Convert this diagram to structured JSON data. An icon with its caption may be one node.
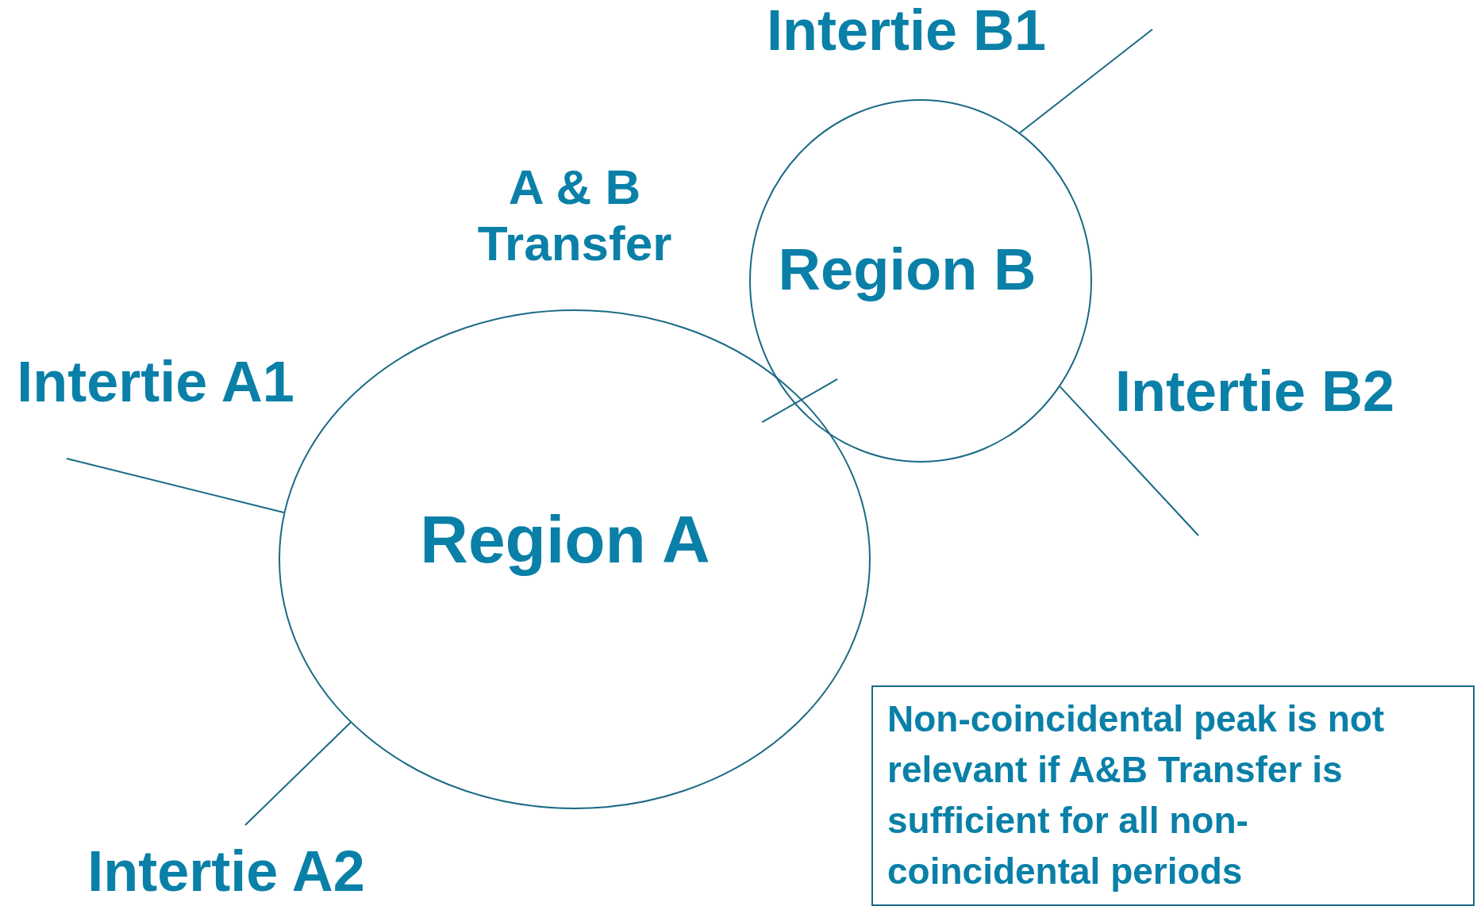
{
  "diagram": {
    "nodes": [
      {
        "text": [
          "Region A"
        ]
      },
      {
        "text": [
          "Region B"
        ]
      },
      {
        "text": [
          "Non-coincidental peak is not relevant if A&B Transfer is sufficient for all non-coincidental periods"
        ]
      }
    ],
    "edges": [
      {
        "from": null,
        "to": 0,
        "arrow": "none"
      },
      {
        "from": null,
        "to": 0,
        "arrow": "none"
      },
      {
        "from": null,
        "to": 1,
        "arrow": "none"
      },
      {
        "from": null,
        "to": 1,
        "arrow": "none"
      },
      {
        "from": 0,
        "to": 1,
        "arrow": "none"
      }
    ],
    "labels": [
      "Intertie B1",
      "A & B Transfer",
      "Intertie A1",
      "Intertie B2",
      "Intertie A2"
    ]
  }
}
